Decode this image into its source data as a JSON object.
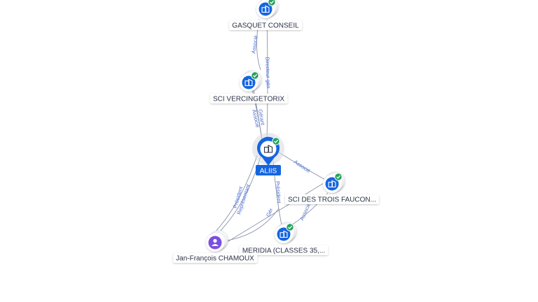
{
  "colors": {
    "company": "#1565e0",
    "person": "#7b4fe0",
    "verified": "#22a35a",
    "edge": "#8a93a8",
    "edge_label": "#4a6fd0",
    "center_label_bg": "#1565e0"
  },
  "nodes": [
    {
      "id": "gasquet",
      "label": "GASQUET CONSEIL",
      "kind": "company",
      "icon": "building-icon",
      "verified": true
    },
    {
      "id": "verc",
      "label": "SCI VERCINGETORIX",
      "kind": "company",
      "icon": "building-icon",
      "verified": true
    },
    {
      "id": "aliis",
      "label": "ALIIS",
      "kind": "center",
      "icon": "building-icon",
      "verified": true
    },
    {
      "id": "faucon",
      "label": "SCI DES TROIS FAUCON...",
      "kind": "company",
      "icon": "building-icon",
      "verified": true
    },
    {
      "id": "meridia",
      "label": "MERIDIA (CLASSES 35,...",
      "kind": "company",
      "icon": "building-icon",
      "verified": true
    },
    {
      "id": "jf",
      "label": "Jan-François CHAMOUX",
      "kind": "person",
      "icon": "person-icon",
      "verified": false
    }
  ],
  "edges": [
    {
      "from": "verc",
      "to": "gasquet",
      "label": "Associé"
    },
    {
      "from": "aliis",
      "to": "gasquet",
      "label": "Directeur gén"
    },
    {
      "from": "aliis",
      "to": "verc",
      "label": "Gérant"
    },
    {
      "from": "aliis",
      "to": "verc",
      "label": "Associé"
    },
    {
      "from": "aliis",
      "to": "faucon",
      "label": "Associé"
    },
    {
      "from": "aliis",
      "to": "meridia",
      "label": "Président"
    },
    {
      "from": "jf",
      "to": "aliis",
      "label": "Président"
    },
    {
      "from": "jf",
      "to": "aliis",
      "label": "Représentant"
    },
    {
      "from": "jf",
      "to": "meridia",
      "label": "Gér"
    },
    {
      "from": "meridia",
      "to": "faucon",
      "label": "Associé"
    },
    {
      "from": "jf",
      "to": "faucon",
      "label": ""
    }
  ]
}
